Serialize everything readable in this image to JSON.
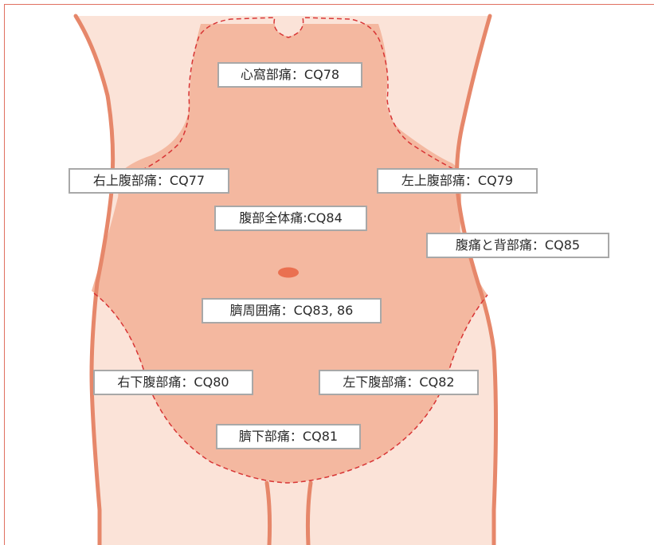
{
  "colors": {
    "skin_light": "#fbe3d8",
    "skin_mid": "#f4b8a0",
    "outline": "#e6876a",
    "dash": "#d83535",
    "navel": "#ea7050",
    "frame_line": "#e07060",
    "label_border": "#a8a8a8"
  },
  "labels": {
    "epigastric": "心窩部痛：CQ78",
    "right_upper": "右上腹部痛：CQ77",
    "left_upper": "左上腹部痛：CQ79",
    "whole_abdomen": "腹部全体痛:CQ84",
    "back": "腹痛と背部痛：CQ85",
    "periumbilical": "臍周囲痛：CQ83, 86",
    "right_lower": "右下腹部痛：CQ80",
    "left_lower": "左下腹部痛：CQ82",
    "hypogastric": "臍下部痛：CQ81"
  }
}
